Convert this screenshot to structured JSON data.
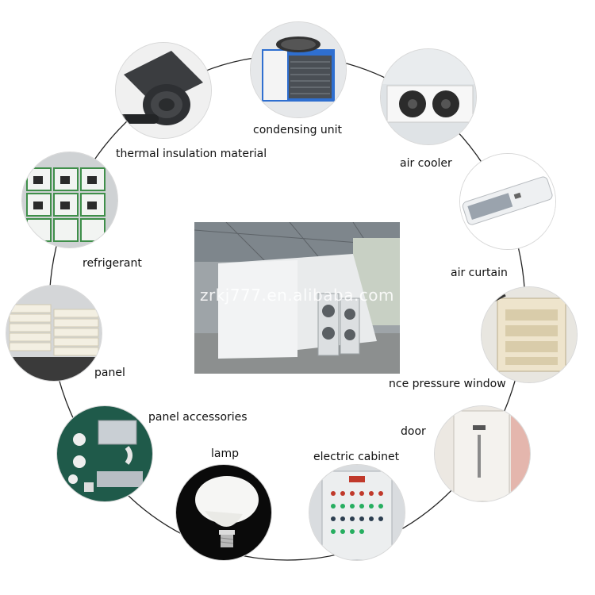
{
  "items": {
    "condensing_unit": "condensing unit",
    "air_cooler": "air cooler",
    "air_curtain": "air curtain",
    "pressure_window": "nce pressure window",
    "door": "door",
    "electric_cabinet": "electric cabinet",
    "lamp": "lamp",
    "panel_accessories": "panel accessories",
    "panel": "panel",
    "refrigerant": "refrigerant",
    "thermal_insulation": "thermal insulation material"
  },
  "center": {
    "watermark": "zrkj777.en.alibaba.com"
  },
  "colors": {
    "ring_line": "#222222",
    "panel_white": "#f2f2f2",
    "unit_blue": "#2b63c7"
  }
}
